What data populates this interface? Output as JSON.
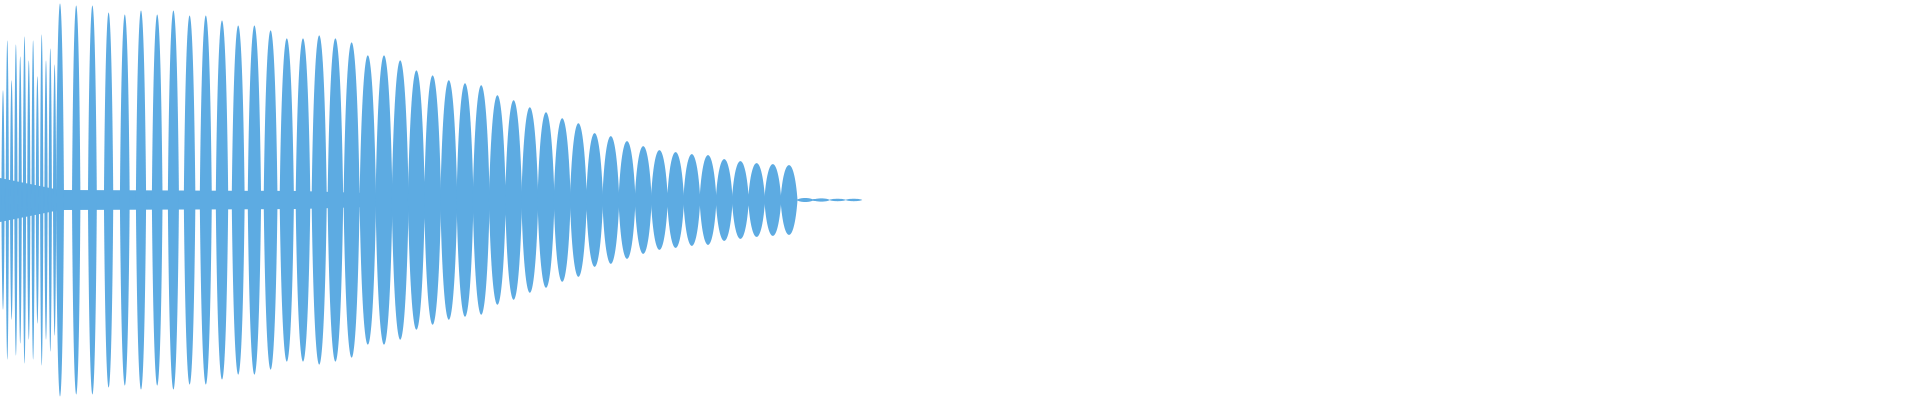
{
  "chart_data": {
    "type": "area",
    "title": "",
    "xlabel": "",
    "ylabel": "",
    "ylim": [
      -1,
      1
    ],
    "grid": false,
    "color": "#5DABE2",
    "background": "#FFFFFF",
    "early_burst_amplitudes": [
      0.55,
      0.8,
      0.6,
      0.78,
      0.72,
      0.82,
      0.7,
      0.8,
      0.62,
      0.83,
      0.7,
      0.76,
      0.68
    ],
    "lobe_amplitudes": [
      0.985,
      0.975,
      0.975,
      0.94,
      0.93,
      0.95,
      0.93,
      0.95,
      0.925,
      0.925,
      0.9,
      0.875,
      0.875,
      0.85,
      0.81,
      0.81,
      0.825,
      0.81,
      0.79,
      0.725,
      0.725,
      0.7,
      0.65,
      0.625,
      0.6,
      0.585,
      0.575,
      0.525,
      0.5,
      0.465,
      0.44,
      0.41,
      0.385,
      0.335,
      0.32,
      0.295,
      0.27,
      0.25,
      0.24,
      0.23,
      0.225,
      0.205,
      0.195,
      0.185,
      0.18,
      0.175,
      0.01,
      0.008,
      0.006,
      0.004
    ]
  }
}
